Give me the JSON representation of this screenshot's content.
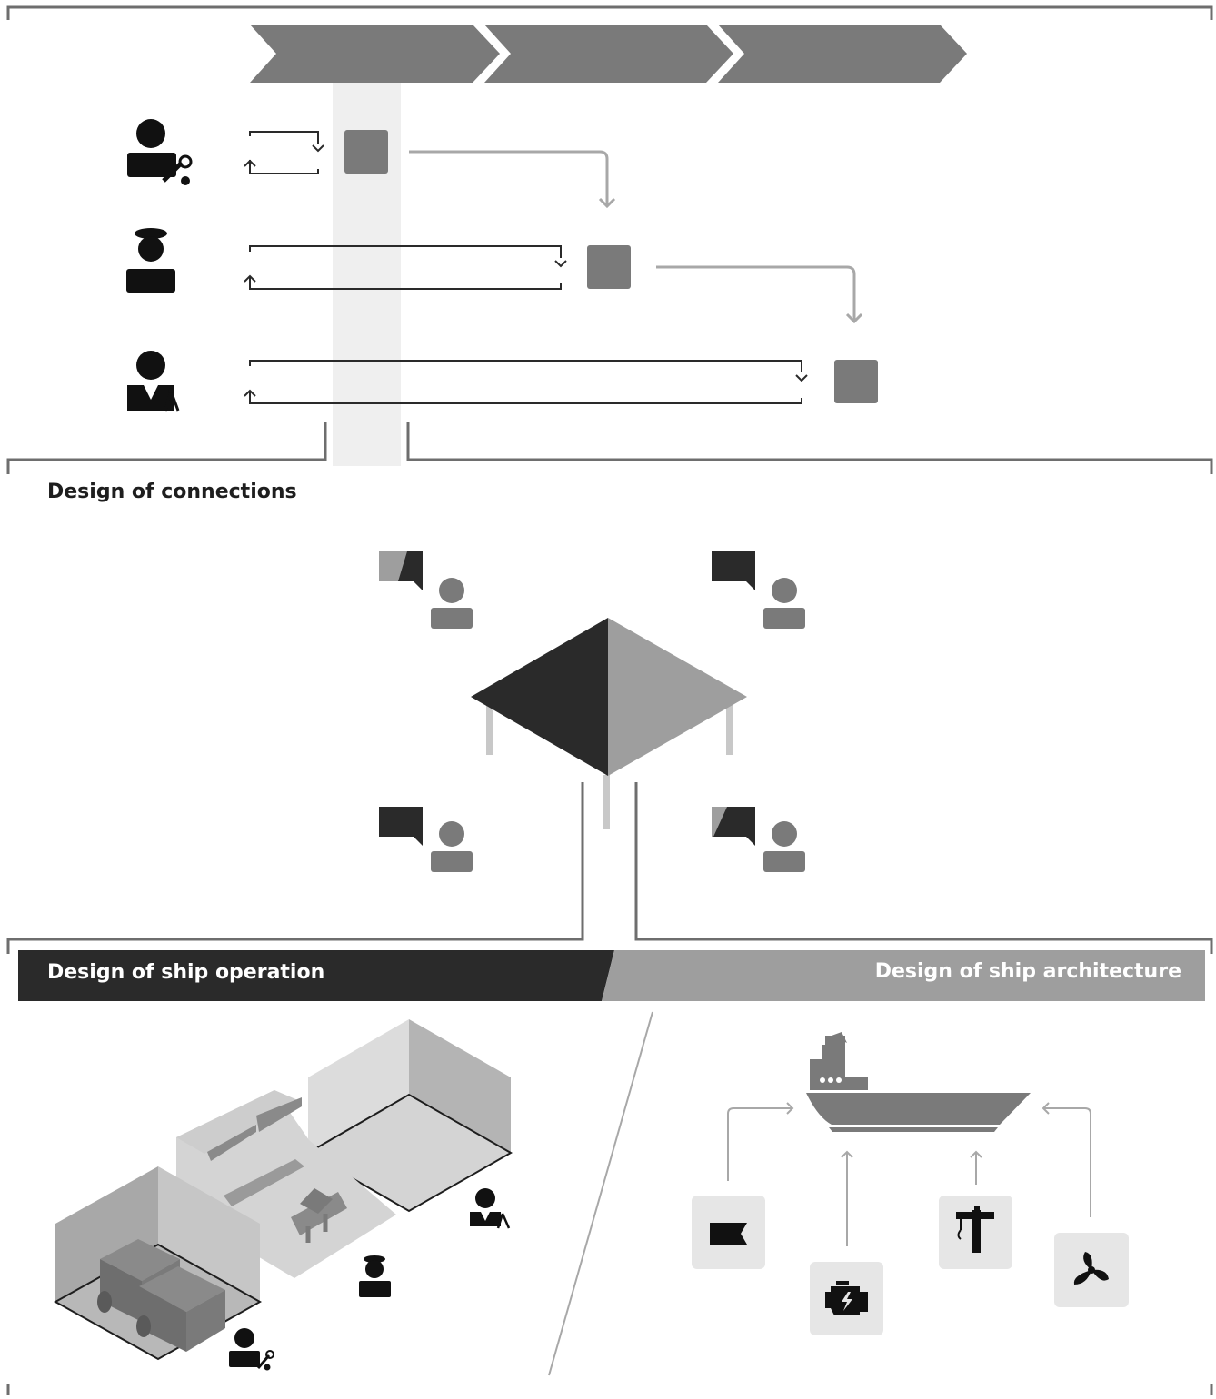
{
  "sections": {
    "connections_label": "Design of connections",
    "operation_label": "Design of ship operation",
    "architecture_label": "Design of ship architecture"
  },
  "colors": {
    "dark": "#2a2a2a",
    "mid": "#7a7a7a",
    "light": "#9e9e9e",
    "pale": "#e6e6e6",
    "highlight_band": "#efefef",
    "line": "#6e6e6e",
    "arrow": "#a8a8a8"
  },
  "icons": {
    "roles": [
      "engineer-icon",
      "captain-icon",
      "designer-icon"
    ],
    "equipment": [
      "hull-block-icon",
      "engine-icon",
      "crane-icon",
      "propeller-icon"
    ]
  }
}
